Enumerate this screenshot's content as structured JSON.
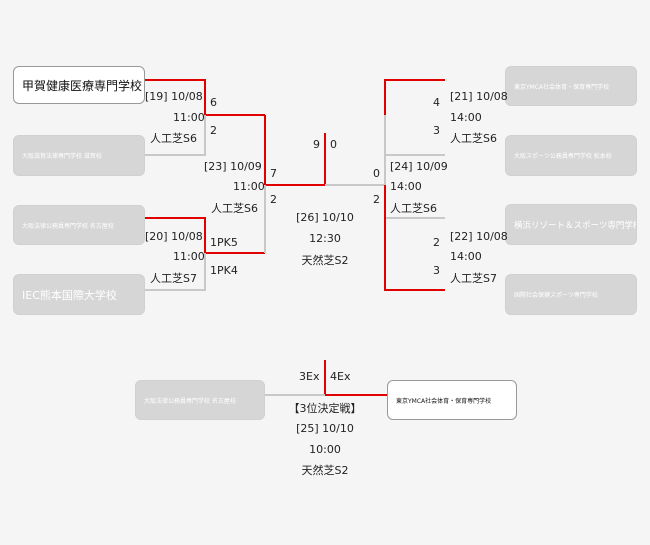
{
  "teams": {
    "l1": "甲賀健康医療専門学校",
    "l2": "大阪滋賀法律専門学校 滋賀校",
    "l3": "大阪法律公務員専門学校 名古屋校",
    "l4": "IEC熊本国際大学校",
    "r1": "東京YMCA社会体育・保育専門学校",
    "r2": "大阪スポーツ公務員専門学校 松本校",
    "r3": "横浜リゾート＆スポーツ専門学校",
    "r4": "国際社会保健スポーツ専門学校",
    "b1": "大阪法律公務員専門学校 名古屋校",
    "b2": "東京YMCA社会体育・保育専門学校"
  },
  "matches": {
    "m19": {
      "date": "[19] 10/08",
      "time": "11:00",
      "venue": "人工芝S6",
      "score_top": "6",
      "score_bottom": "2"
    },
    "m20": {
      "date": "[20] 10/08",
      "time": "11:00",
      "venue": "人工芝S7",
      "score_top": "1PK5",
      "score_bottom": "1PK4"
    },
    "m21": {
      "date": "[21] 10/08",
      "time": "14:00",
      "venue": "人工芝S6",
      "score_top": "4",
      "score_bottom": "3"
    },
    "m22": {
      "date": "[22] 10/08",
      "time": "14:00",
      "venue": "人工芝S7",
      "score_top": "2",
      "score_bottom": "3"
    },
    "m23": {
      "date": "[23] 10/09",
      "time": "11:00",
      "venue": "人工芝S6",
      "score_top": "7",
      "score_bottom": "2"
    },
    "m24": {
      "date": "[24] 10/09",
      "time": "14:00",
      "venue": "人工芝S6",
      "score_top": "0",
      "score_bottom": "2"
    },
    "m26": {
      "date": "[26] 10/10",
      "time": "12:30",
      "venue": "天然芝S2",
      "score_left": "9",
      "score_right": "0"
    },
    "m25": {
      "title": "【3位決定戦】",
      "date": "[25] 10/10",
      "time": "10:00",
      "venue": "天然芝S2",
      "score_left": "3Ex",
      "score_right": "4Ex"
    }
  },
  "colors": {
    "win_line": "#e00000",
    "lose_line": "#c8c8c8",
    "box_grey": "#d6d6d6"
  }
}
